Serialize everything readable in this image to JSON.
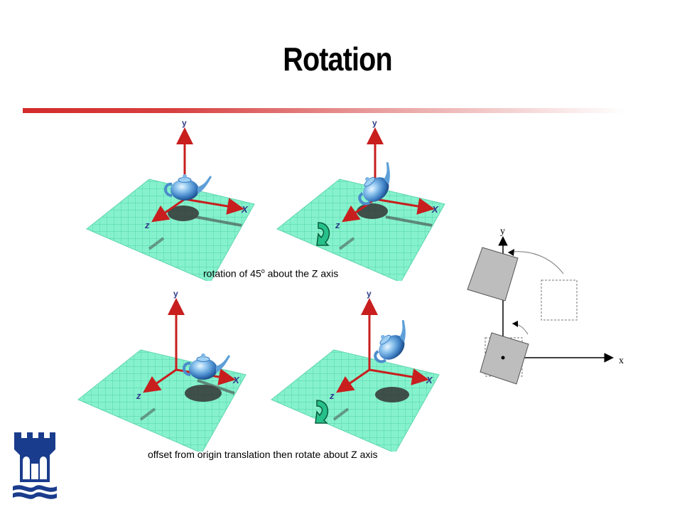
{
  "slide": {
    "title": "Rotation"
  },
  "scenes": [
    {
      "x_label": "X",
      "y_label": "y",
      "z_label": "z"
    },
    {
      "x_label": "X",
      "y_label": "y",
      "z_label": "z"
    },
    {
      "x_label": "X",
      "y_label": "y",
      "z_label": "z"
    },
    {
      "x_label": "X",
      "y_label": "y",
      "z_label": "z"
    }
  ],
  "captions": {
    "top_prefix": "rotation of 45",
    "top_superscript": "o",
    "top_suffix": " about the Z axis",
    "bottom": "offset from origin translation then rotate about Z axis"
  },
  "rotation_diagram": {
    "x_label": "x",
    "y_label": "y"
  },
  "colors": {
    "accent_red": "#d42a2a",
    "grid_green": "#7ff0c8",
    "axis_red": "#c81e1e",
    "teapot_blue": "#5d9fd8",
    "logo_blue": "#1a3c8c"
  },
  "icons": {
    "rotate_arrow": "rotate-arrow-icon",
    "teapot": "teapot-icon",
    "logo": "university-castle-logo"
  }
}
